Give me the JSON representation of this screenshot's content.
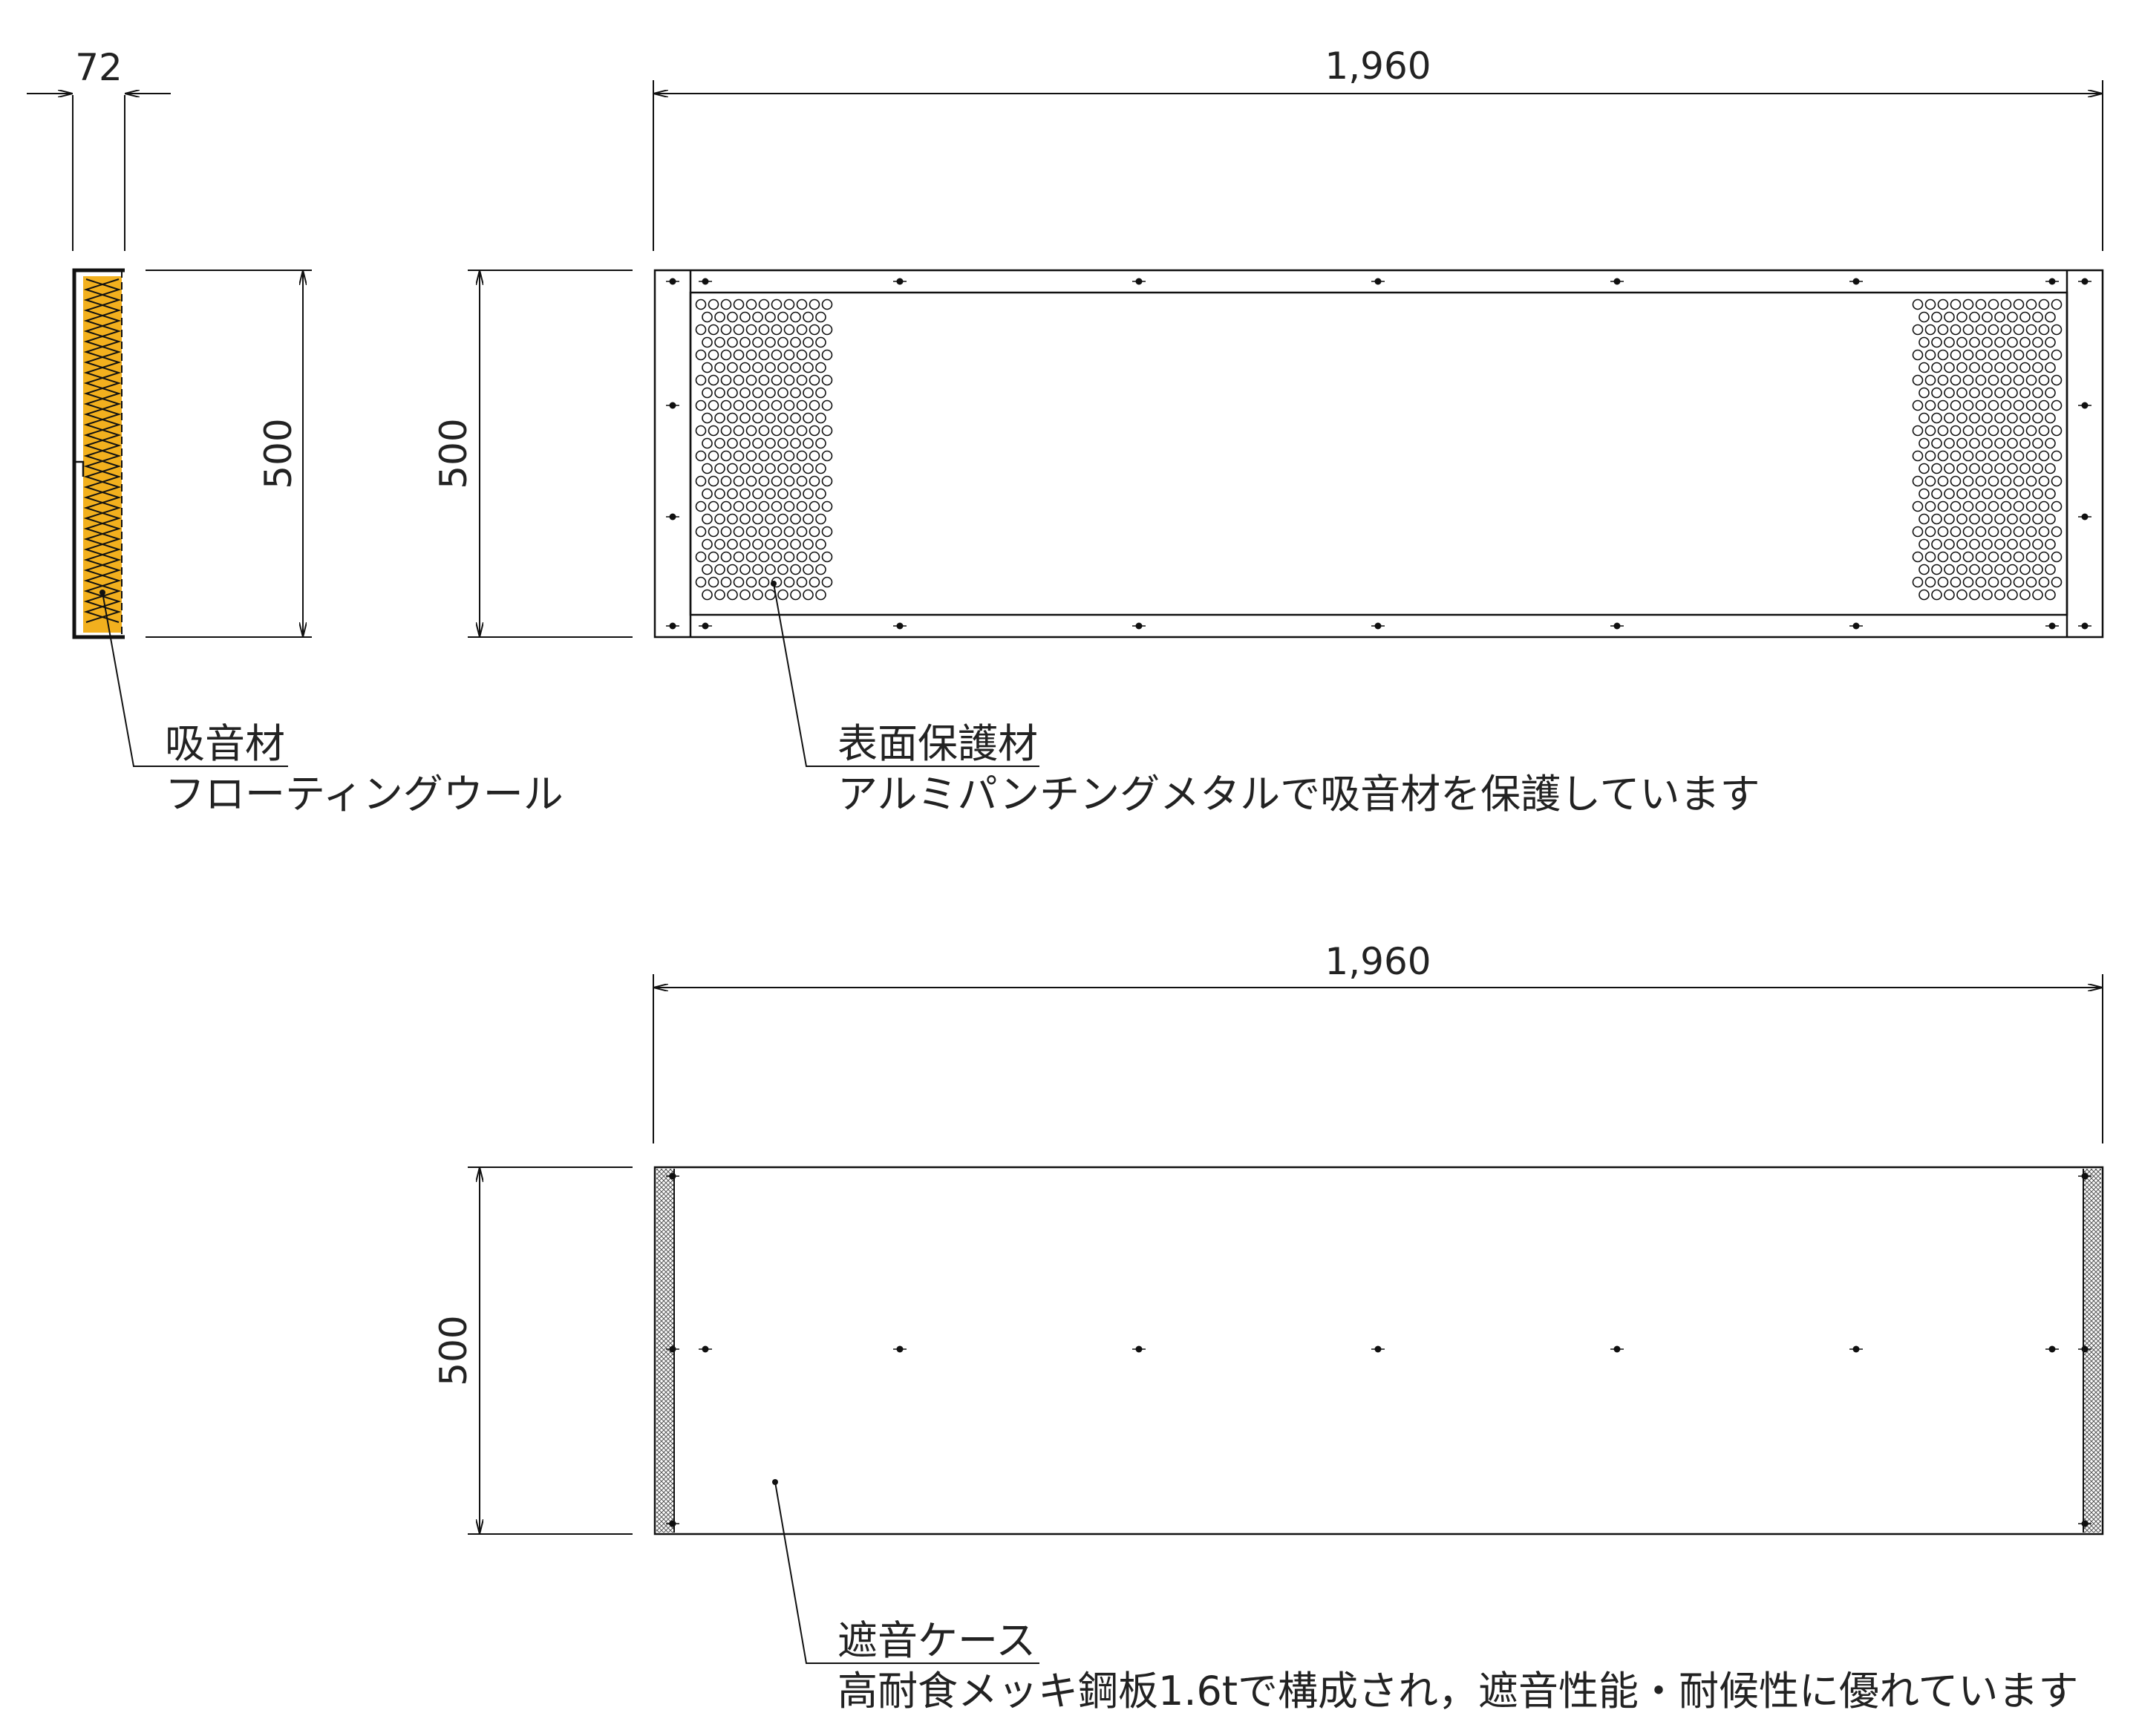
{
  "dimensions": {
    "thickness": "72",
    "width_top": "1,960",
    "width_bottom": "1,960",
    "height_side": "500",
    "height_front": "500",
    "height_back": "500"
  },
  "labels": {
    "absorber_title": "吸音材",
    "absorber_desc": "フローティングウール",
    "surface_title": "表面保護材",
    "surface_desc": "アルミパンチングメタルで吸音材を保護しています",
    "case_title": "遮音ケース",
    "case_desc": "高耐食メッキ鋼板1.6tで構成され，遮音性能・耐候性に優れています"
  },
  "colors": {
    "absorber_fill": "#f2b01e",
    "frame_fill": "#e6e6e6",
    "case_fill": "#e6e6e6",
    "line": "#111111"
  }
}
